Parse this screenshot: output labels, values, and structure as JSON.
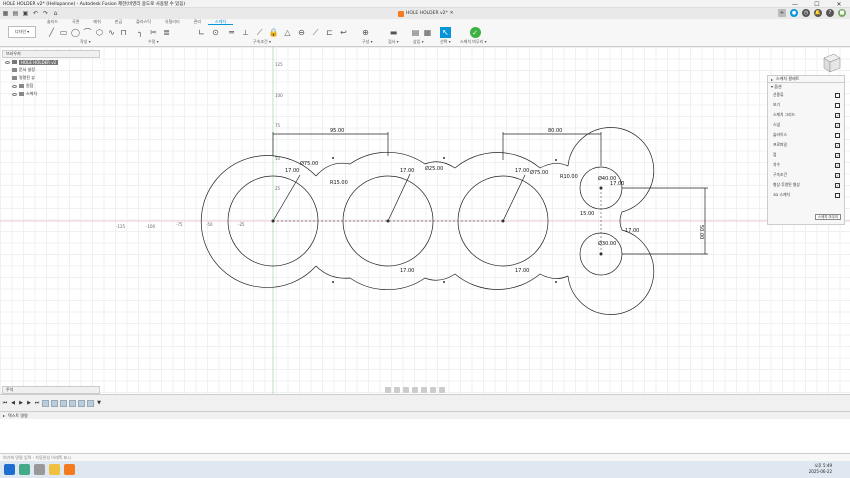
{
  "window": {
    "title": "HOLE HOLDER v2* (Hellopanne) - Autodesk Fusion 제한(비영리 용도로 사용할 수 있음)",
    "minimize": "—",
    "maximize": "☐",
    "close": "✕"
  },
  "doc_tab": {
    "label": "HOLE HOLDER v2*"
  },
  "tabs": [
    "솔리드",
    "곡면",
    "메쉬",
    "판금",
    "플라스틱",
    "유틸리티",
    "관리",
    "스케치"
  ],
  "workspace": {
    "label": "디자인 ▾"
  },
  "ribbon_groups": [
    "작성 ▾",
    "수정 ▾",
    "구속조건 ▾",
    "구성 ▾",
    "검사 ▾",
    "삽입 ▾",
    "선택 ▾",
    "스케치 마무리 ▾"
  ],
  "browser": {
    "header": "브라우저",
    "items": [
      "HOLE HOLDER v2",
      "문서 설정",
      "명명된 뷰",
      "원점",
      "스케치"
    ]
  },
  "palette": {
    "header": "스케치 팔레트",
    "section": "옵션",
    "rows": [
      {
        "label": "선종류",
        "checked": false
      },
      {
        "label": "보기",
        "checked": false
      },
      {
        "label": "스케치 그리드",
        "checked": true
      },
      {
        "label": "스냅",
        "checked": true
      },
      {
        "label": "슬라이스",
        "checked": false
      },
      {
        "label": "프로파일",
        "checked": true
      },
      {
        "label": "점",
        "checked": true
      },
      {
        "label": "치수",
        "checked": true
      },
      {
        "label": "구속조건",
        "checked": true
      },
      {
        "label": "형상 투영된 형상",
        "checked": true
      },
      {
        "label": "3D 스케치",
        "checked": false
      }
    ],
    "finish": "스케치 마무리",
    "check": "✓"
  },
  "comments": {
    "label": "주석"
  },
  "textcmd": {
    "label": "텍스트 명령"
  },
  "cmdline": {
    "placeholder": "여기에 명령 입력 - 자동완성 아래쪽 표시"
  },
  "dims": {
    "d1": "95.00",
    "d2": "80.00",
    "d3": "Ø75.00",
    "d4": "R15.00",
    "d5": "Ø25.00",
    "d6": "Ø75.00",
    "d7": "R10.00",
    "d8": "Ø40.00",
    "d9": "Ø30.00",
    "d10": "50.00",
    "d11": "17.00",
    "d12": "17.00",
    "d13": "17.00",
    "d14": "17.00",
    "d15": "17.00",
    "d16": "15.00",
    "d17": "17.00",
    "d18": "17.00",
    "ax1": "125",
    "ax2": "100",
    "ax3": "75",
    "ax4": "-50",
    "ax5": "-75",
    "ax6": "-100",
    "ax7": "-125",
    "ax8": "25",
    "ax9": "-25",
    "ax10": "50"
  },
  "clock": {
    "time": "오후 5:49",
    "date": "2025-06-22"
  }
}
